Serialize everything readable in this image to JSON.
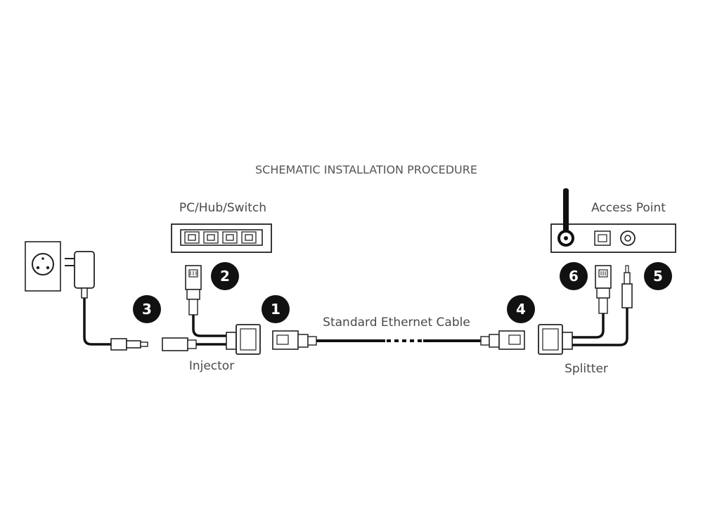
{
  "title": "SCHEMATIC INSTALLATION PROCEDURE",
  "labels": {
    "pc_hub_switch": "PC/Hub/Switch",
    "access_point": "Access Point",
    "standard_cable": "Standard Ethernet Cable",
    "injector": "Injector",
    "splitter": "Splitter"
  },
  "steps": [
    "1",
    "2",
    "3",
    "4",
    "5",
    "6"
  ],
  "colors": {
    "ink": "#1a1a1a",
    "badge": "#111111",
    "text": "#4a4a4a"
  }
}
